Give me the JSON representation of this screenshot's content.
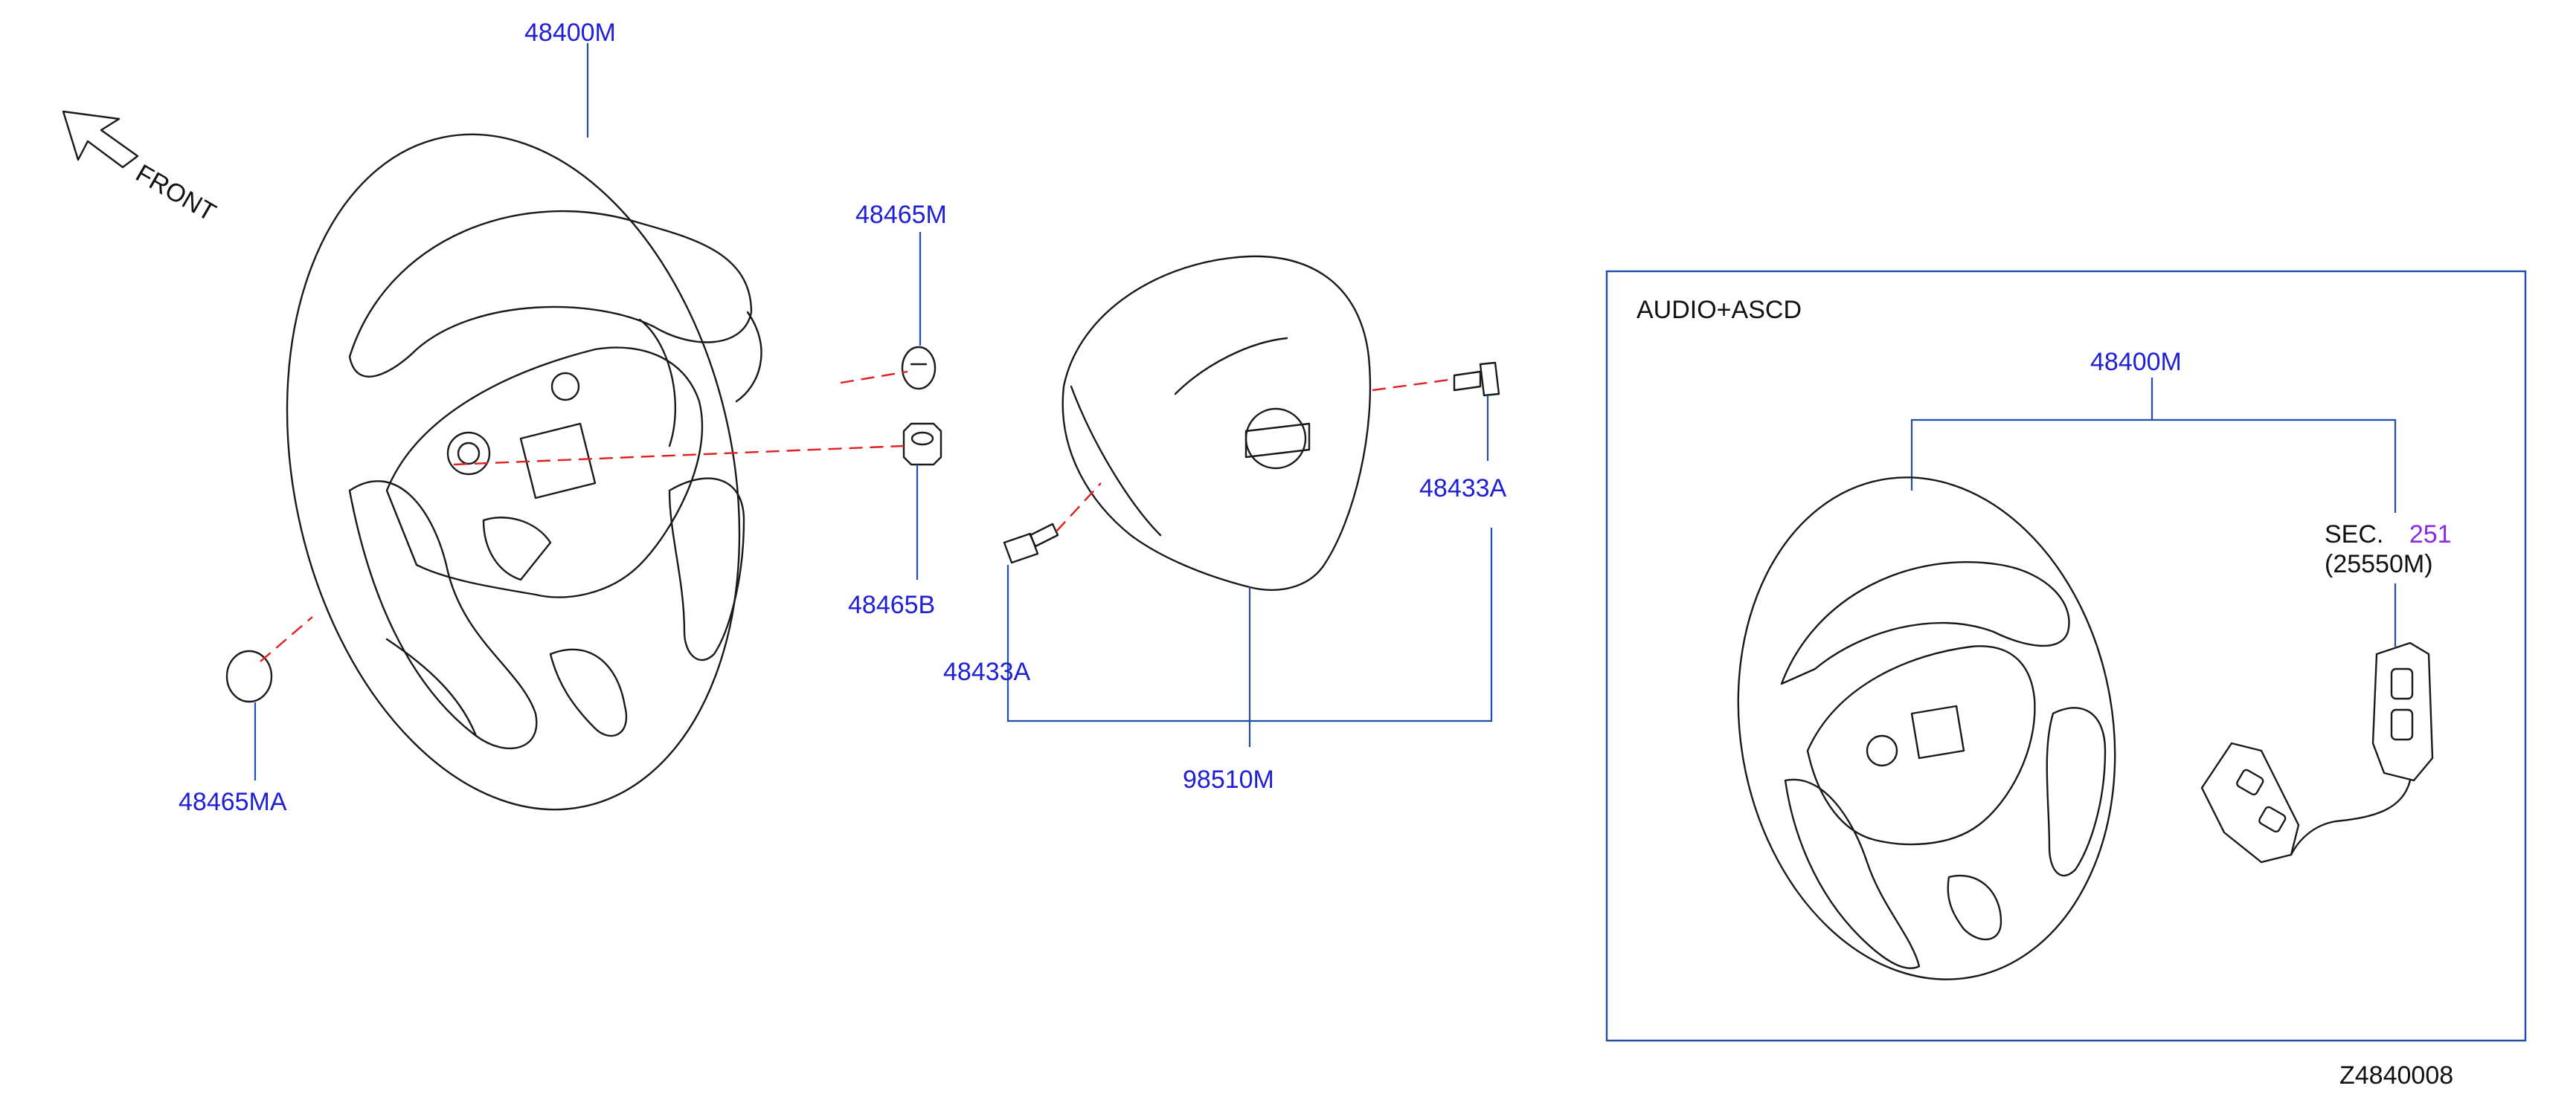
{
  "parts": {
    "wheel": "48400M",
    "plug_upper": "48465M",
    "nut": "48465B",
    "plug_lower": "48465MA",
    "bolt_right": "48433A",
    "bolt_left": "48433A",
    "airbag": "98510M"
  },
  "direction_label": "FRONT",
  "inset": {
    "title": "AUDIO+ASCD",
    "wheel": "48400M",
    "sec_prefix": "SEC.",
    "sec_number": "251",
    "switch_part": "(25550M)"
  },
  "figure_id": "Z4840008",
  "colors": {
    "callout": "#1f1fd6",
    "leader": "#1f4fa8",
    "dashed_guide": "#e02020",
    "section_link": "#8a2be2"
  },
  "icons": [
    "front-arrow-icon"
  ]
}
